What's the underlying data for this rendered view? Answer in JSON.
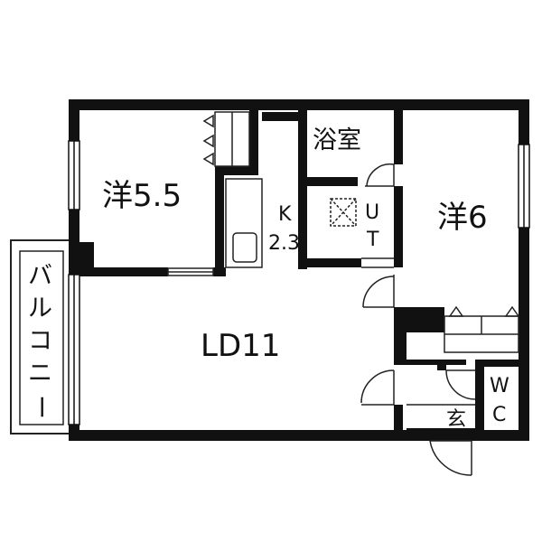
{
  "rooms": {
    "western_a": "洋5.5",
    "western_b": "洋6",
    "bath": "浴室",
    "kitchen_k": "K",
    "kitchen_size": "2.3",
    "utility_u": "U",
    "utility_t": "T",
    "living_dining": "LD11",
    "wc_w": "W",
    "wc_c": "C",
    "entrance": "玄",
    "balcony": [
      "バ",
      "ル",
      "コ",
      "ニ",
      "ー"
    ]
  },
  "colors": {
    "wall": "#111111",
    "line": "#222222",
    "background": "#ffffff"
  }
}
